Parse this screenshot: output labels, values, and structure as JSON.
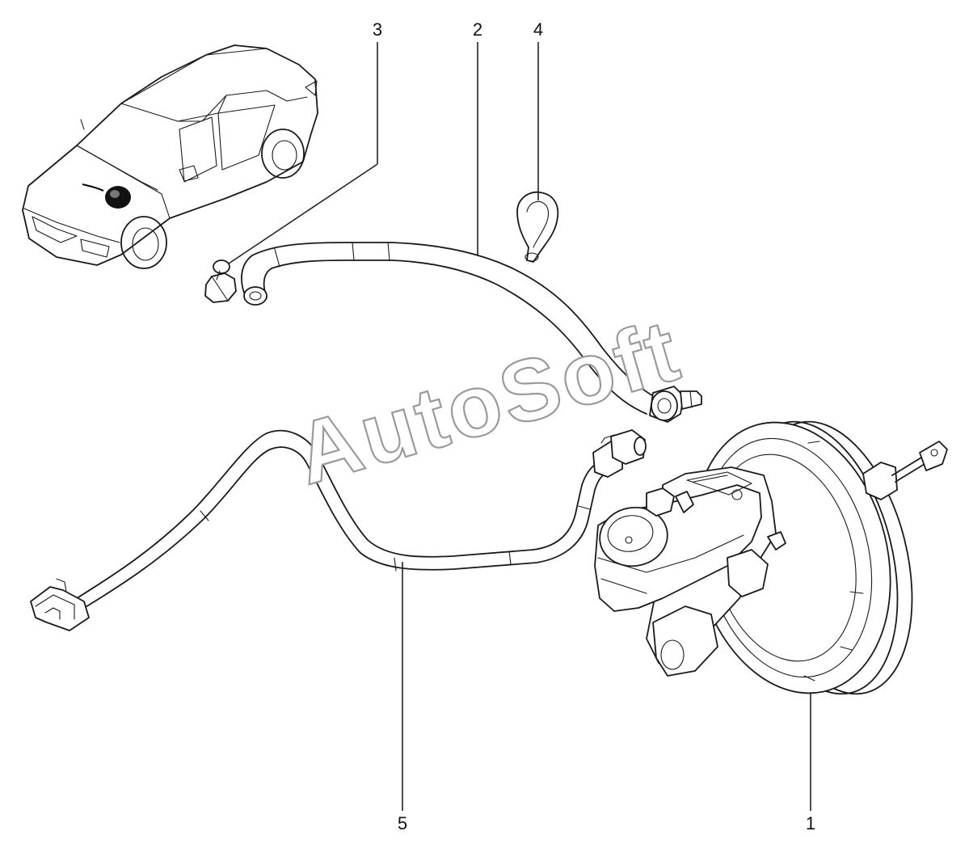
{
  "callouts": [
    {
      "id": "1",
      "label": "1"
    },
    {
      "id": "2",
      "label": "2"
    },
    {
      "id": "3",
      "label": "3"
    },
    {
      "id": "4",
      "label": "4"
    },
    {
      "id": "5",
      "label": "5"
    }
  ],
  "watermark": {
    "text": "AutoSoft"
  },
  "icons": {
    "vehicle": "sedan-locator-icon",
    "part_1": "brake-booster-master-cylinder-icon",
    "part_2": "vacuum-hose-icon",
    "part_3": "hose-clamp-icon",
    "part_4": "hose-clip-icon",
    "part_5": "sensor-wiring-harness-icon"
  }
}
